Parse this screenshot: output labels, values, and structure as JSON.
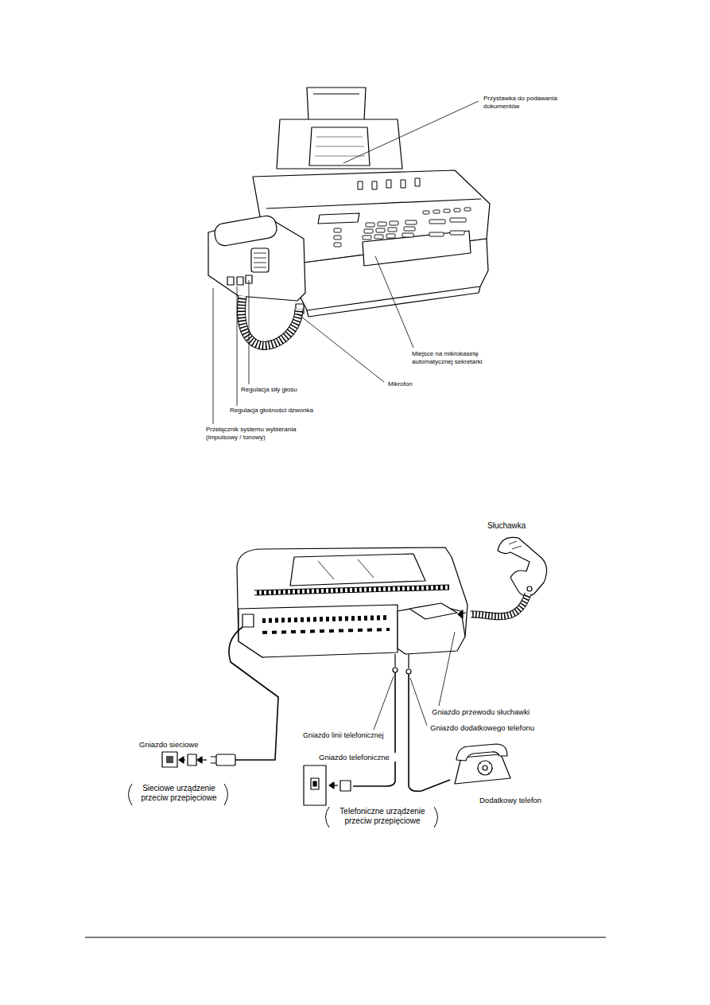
{
  "diagram": {
    "labels": [
      "Przystawka do podawania dokumentów",
      "Miejsce na mikrokasetę automatycznej sekretarki",
      "Mikrofon",
      "Regulacja siły głosu",
      "Regulacja głośności dzwonka",
      "Przełącznik systemu wybierania (impulsowy / tonowy)",
      "Słuchawka",
      "Gniazdo przewodu słuchawki",
      "Gniazdo dodatkowego telefonu",
      "Gniazdo linii telefonicznej",
      "Gniazdo sieciowe",
      "Gniazdo telefoniczne",
      "Sieciowe urządzenie przeciw przepięciowe",
      "Telefoniczne urządzenie przeciw przepięciowe",
      "Dodatkowy telefon"
    ]
  }
}
